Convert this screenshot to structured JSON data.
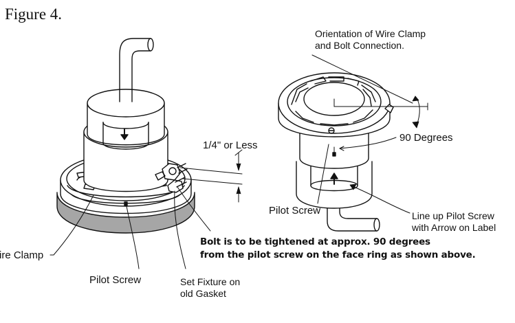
{
  "figure_title": "Figure 4.",
  "labels": {
    "orientation_line1": "Orientation of Wire Clamp",
    "orientation_line2": "and Bolt Connection.",
    "quarter_inch": "1/4\" or Less",
    "ninety_degrees": "90 Degrees",
    "pilot_screw_right": "Pilot Screw",
    "line_up_line1": "Line up Pilot Screw",
    "line_up_line2": "with Arrow on Label",
    "wire_clamp": "ire Clamp",
    "pilot_screw_left": "Pilot Screw",
    "set_fixture_line1": "Set Fixture on",
    "set_fixture_line2": "old Gasket",
    "bolt_note_line1": "Bolt is to be tightened at approx. 90  degrees",
    "bolt_note_line2": "from the pilot screw on the face ring as shown above."
  },
  "colors": {
    "ink": "#111111",
    "gasket_gray": "#a6a6a6",
    "background": "#ffffff"
  }
}
